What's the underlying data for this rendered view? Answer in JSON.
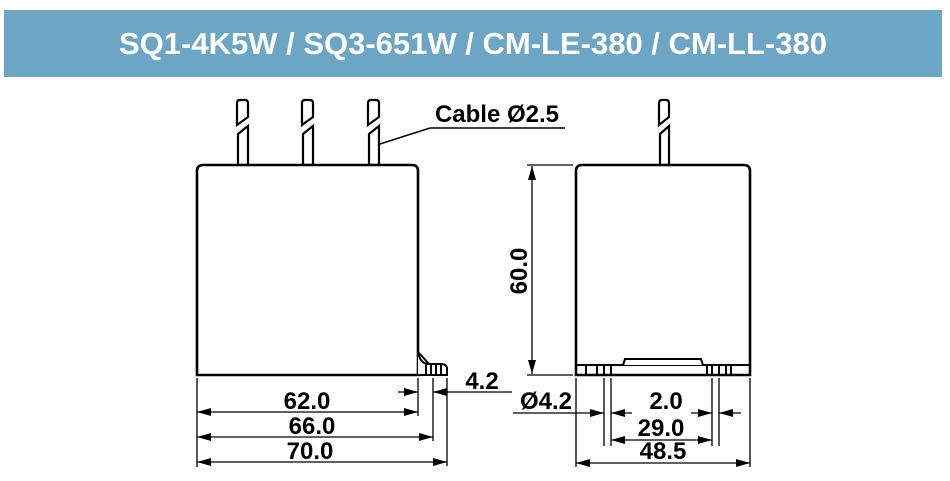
{
  "header": {
    "title": "SQ1-4K5W / SQ3-651W / CM-LE-380 / CM-LL-380"
  },
  "colors": {
    "header_bg": "#6CA6C4",
    "header_text": "#FFFFFF",
    "line": "#000000",
    "canvas": "#FFFFFF"
  },
  "labels": {
    "cable": "Cable Ø2.5",
    "front_offset": "4.2",
    "front_w1": "62.0",
    "front_w2": "66.0",
    "front_w3": "70.0",
    "side_height": "60.0",
    "side_hole_dia": "Ø4.2",
    "side_slot": "2.0",
    "side_spacing": "29.0",
    "side_width": "48.5"
  },
  "drawing_data": {
    "models": [
      "SQ1-4K5W",
      "SQ3-651W",
      "CM-LE-380",
      "CM-LL-380"
    ],
    "cable_diameter_mm": 2.5,
    "front_view": {
      "cables": 3,
      "body_width_mm": 62.0,
      "flange_width_mm": 66.0,
      "overall_width_mm": 70.0,
      "foot_offset_mm": 4.2
    },
    "side_view": {
      "cables": 1,
      "height_mm": 60.0,
      "mounting_hole_diameter_mm": 4.2,
      "slot_width_mm": 2.0,
      "hole_spacing_mm": 29.0,
      "overall_depth_mm": 48.5
    }
  }
}
